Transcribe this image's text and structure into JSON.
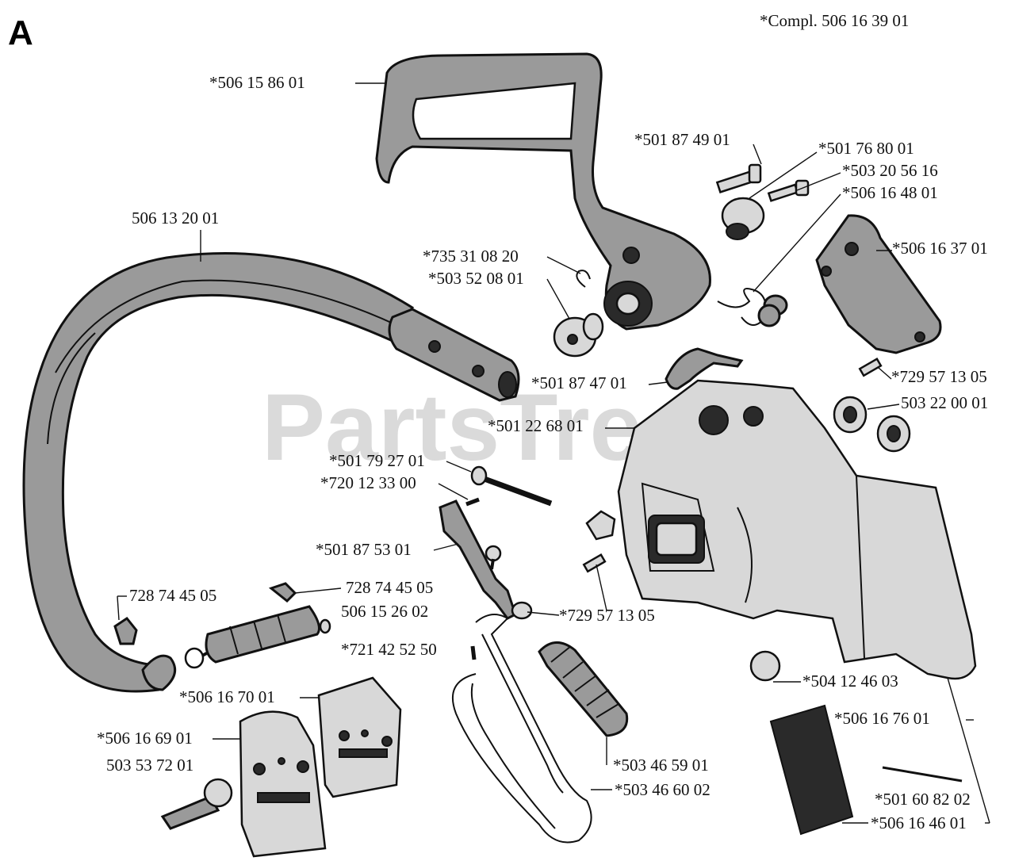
{
  "section_letter": "A",
  "watermark": "PartsTree",
  "assembly_note": "*Compl. 506 16 39 01",
  "colors": {
    "ink": "#111111",
    "part_fill": "#9a9a9a",
    "watermark": "#bdbdbd"
  },
  "labels": {
    "handle": "*506 15 86 01",
    "bolt_a": "*501 87 49 01",
    "bushing": "*501 76 80 01",
    "screw_a": "*503 20 56 16",
    "spring_a": "*506 16 48 01",
    "cover_plate": "*506 16 37 01",
    "front_handle": "506 13 20 01",
    "ring": "*735 31 08 20",
    "pivot": "*503 52 08 01",
    "latch": "*501 87 47 01",
    "screw_b": "*729 57 13 05",
    "nut": "503 22 00 01",
    "stop": "*501 22 68 01",
    "rod": "*501 79 27 01",
    "pin": "*720 12 33 00",
    "lever": "*501 87 53 01",
    "nut_l1": "728 74 45 05",
    "nut_l2": "728 74 45 05",
    "vibration_damper": "506 15 26 02",
    "screw_c": "*729 57 13 05",
    "pin_b": "*721 42 52 50",
    "cap": "*504 12 46 03",
    "plate_a": "*506 16 70 01",
    "plate_b": "*506 16 69 01",
    "bolt_b": "503 53 72 01",
    "guard": "*506 16 76 01",
    "spring_b": "*503 46 59 01",
    "band": "*503 46 60 02",
    "rivet": "*501 60 82 02",
    "pad": "*506 16 46 01"
  }
}
